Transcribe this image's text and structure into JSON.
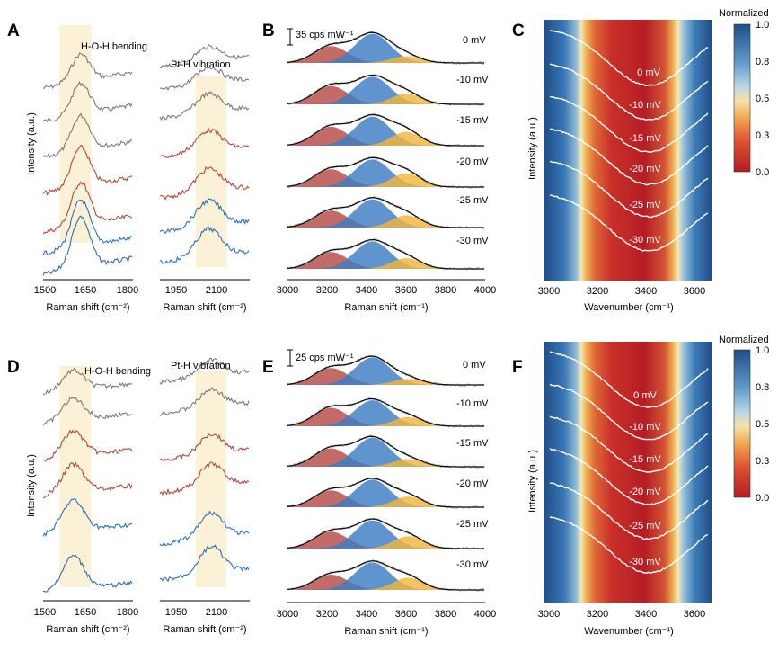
{
  "panel_letters": [
    "A",
    "B",
    "C",
    "D",
    "E",
    "F"
  ],
  "potentials": [
    "0 mV",
    "-10 mV",
    "-15 mV",
    "-20 mV",
    "-25 mV",
    "-30 mV"
  ],
  "colors": {
    "gray": "#7a7a7a",
    "red": "#b5473c",
    "blue": "#2f6fb8",
    "highlight": "#fbf1d6",
    "fit": "#111111",
    "gauss_red": "#b54b45",
    "gauss_blue": "#3d7cc4",
    "gauss_yellow": "#f2b43a",
    "raw": "#a8a8a8"
  },
  "chart_data": [
    {
      "panel": "A",
      "type": "line",
      "sub_panels": [
        {
          "label": "H-O-H bending",
          "xlabel": "Raman shift (cm⁻²)",
          "xticks": [
            "1500",
            "1650",
            "1800"
          ],
          "xlim": [
            1500,
            1800
          ],
          "highlight": [
            1555,
            1660
          ],
          "peak": 1625
        },
        {
          "label": "Pt-H vibration",
          "xlabel": "Raman shift (cm⁻²)",
          "xticks": [
            "1950",
            "2100"
          ],
          "xlim": [
            1900,
            2250
          ],
          "highlight": [
            2040,
            2160
          ],
          "peak": 2090
        }
      ],
      "ylabel": "Intensity (a.u.)",
      "series_colors": [
        "gray",
        "gray",
        "gray",
        "red",
        "red",
        "blue",
        "blue"
      ]
    },
    {
      "panel": "B",
      "type": "area",
      "title": "",
      "scale_bar": "35 cps mW⁻¹",
      "xlabel": "Raman shift (cm⁻¹)",
      "xticks": [
        "3000",
        "3200",
        "3400",
        "3600",
        "3800",
        "4000"
      ],
      "xlim": [
        3000,
        4000
      ],
      "stack_labels": [
        "0 mV",
        "-10 mV",
        "-15 mV",
        "-20 mV",
        "-25 mV",
        "-30 mV"
      ],
      "components": [
        {
          "color": "gauss_red",
          "center": 3220
        },
        {
          "color": "gauss_blue",
          "center": 3430
        },
        {
          "color": "gauss_yellow",
          "center": 3600
        }
      ],
      "amplitudes": [
        [
          0.55,
          0.95,
          0.22
        ],
        [
          0.6,
          0.9,
          0.35
        ],
        [
          0.62,
          0.95,
          0.45
        ],
        [
          0.58,
          0.9,
          0.45
        ],
        [
          0.55,
          0.92,
          0.4
        ],
        [
          0.55,
          0.9,
          0.35
        ]
      ]
    },
    {
      "panel": "C",
      "type": "heatmap",
      "xlabel": "Wavenumber (cm⁻¹)",
      "ylabel": "Intensity (a.u.)",
      "xticks": [
        "3000",
        "3200",
        "3400",
        "3600"
      ],
      "xlim": [
        2980,
        3660
      ],
      "colorbar_title": "Normalized",
      "colorbar_ticks": [
        "1.0",
        "0.8",
        "0.5",
        "0.3",
        "0.0"
      ],
      "curve_labels": [
        "0 mV",
        "-10 mV",
        "-15 mV",
        "-20 mV",
        "-25 mV",
        "-30 mV"
      ]
    },
    {
      "panel": "D",
      "type": "line",
      "sub_panels": [
        {
          "label": "H-O-H bending",
          "xlabel": "Raman shift (cm⁻²)",
          "xticks": [
            "1500",
            "1650",
            "1800"
          ],
          "xlim": [
            1500,
            1800
          ],
          "highlight": [
            1555,
            1660
          ],
          "peak": 1600
        },
        {
          "label": "Pt-H vibration",
          "xlabel": "Raman shift (cm⁻²)",
          "xticks": [
            "1950",
            "2100"
          ],
          "xlim": [
            1900,
            2250
          ],
          "highlight": [
            2040,
            2160
          ],
          "peak": 2100
        }
      ],
      "ylabel": "Intensity (a.u.)",
      "series_colors": [
        "gray",
        "gray",
        "red",
        "red",
        "blue",
        "blue"
      ]
    },
    {
      "panel": "E",
      "type": "area",
      "title": "",
      "scale_bar": "25 cps mW⁻¹",
      "xlabel": "Raman shift (cm⁻¹)",
      "xticks": [
        "3000",
        "3200",
        "3400",
        "3600",
        "3800",
        "4000"
      ],
      "xlim": [
        3000,
        4000
      ],
      "stack_labels": [
        "0 mV",
        "-10 mV",
        "-15 mV",
        "-20 mV",
        "-25 mV",
        "-30 mV"
      ],
      "components": [
        {
          "color": "gauss_red",
          "center": 3220
        },
        {
          "color": "gauss_blue",
          "center": 3430
        },
        {
          "color": "gauss_yellow",
          "center": 3610
        }
      ],
      "amplitudes": [
        [
          0.55,
          0.9,
          0.2
        ],
        [
          0.6,
          0.85,
          0.3
        ],
        [
          0.6,
          0.95,
          0.25
        ],
        [
          0.55,
          0.9,
          0.35
        ],
        [
          0.55,
          0.92,
          0.4
        ],
        [
          0.5,
          0.9,
          0.4
        ]
      ]
    },
    {
      "panel": "F",
      "type": "heatmap",
      "xlabel": "Wavenumber (cm⁻¹)",
      "ylabel": "Intensity (a.u.)",
      "xticks": [
        "3000",
        "3200",
        "3400",
        "3600"
      ],
      "xlim": [
        2980,
        3660
      ],
      "colorbar_title": "Normalized",
      "colorbar_ticks": [
        "1.0",
        "0.8",
        "0.5",
        "0.3",
        "0.0"
      ],
      "curve_labels": [
        "0 mV",
        "-10 mV",
        "-15 mV",
        "-20 mV",
        "-25 mV",
        "-30 mV"
      ]
    }
  ]
}
